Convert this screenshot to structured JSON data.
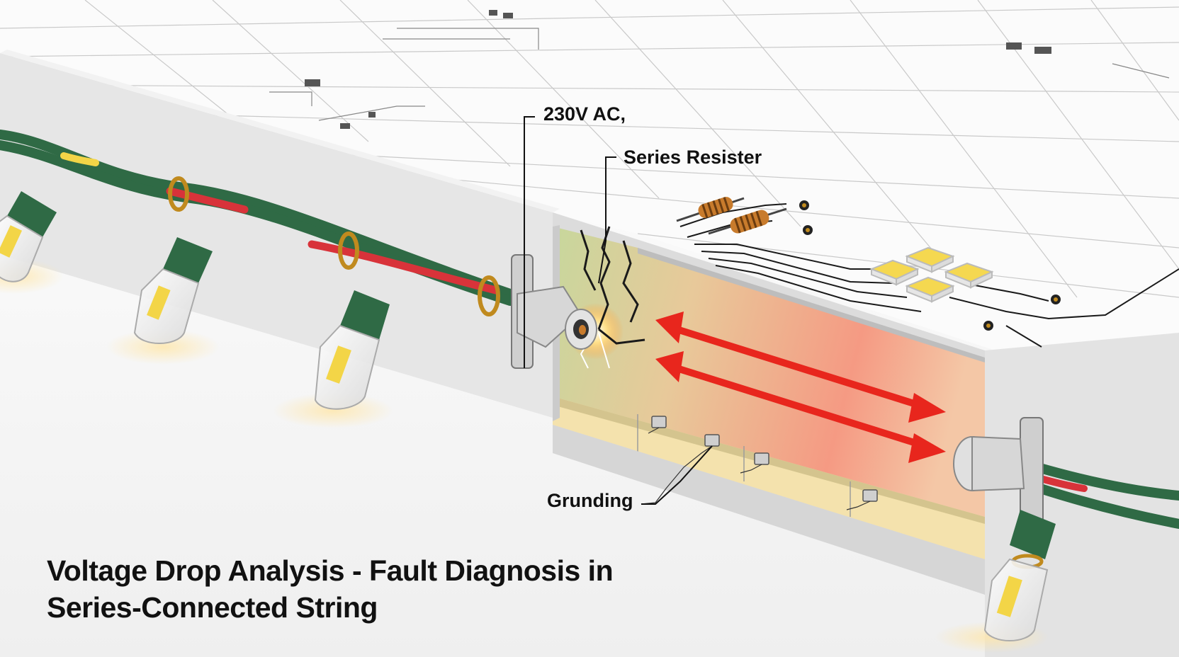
{
  "labels": {
    "voltage": "230V AC,",
    "resistor": "Series Resister",
    "ground": "Grunding"
  },
  "title": {
    "line1": "Voltage Drop Analysis - Fault Diagnosis in",
    "line2": "Series-Connected String"
  },
  "colors": {
    "wire_green": "#2f6a45",
    "wire_red": "#d8333a",
    "arrow_red": "#e8261d",
    "led_yellow": "#f5d850",
    "bulb_yellow": "#f3d547",
    "connector_gold": "#c08a1e",
    "board_white": "#fafafa",
    "channel_green": "#c9d9a0",
    "channel_orange": "#f2a77d",
    "channel_base": "#f4e4b0"
  },
  "icons": [
    "bulb-icon",
    "resistor-icon",
    "led-chip-icon",
    "connector-plug-icon",
    "crack-spark-icon",
    "ground-clip-icon"
  ]
}
